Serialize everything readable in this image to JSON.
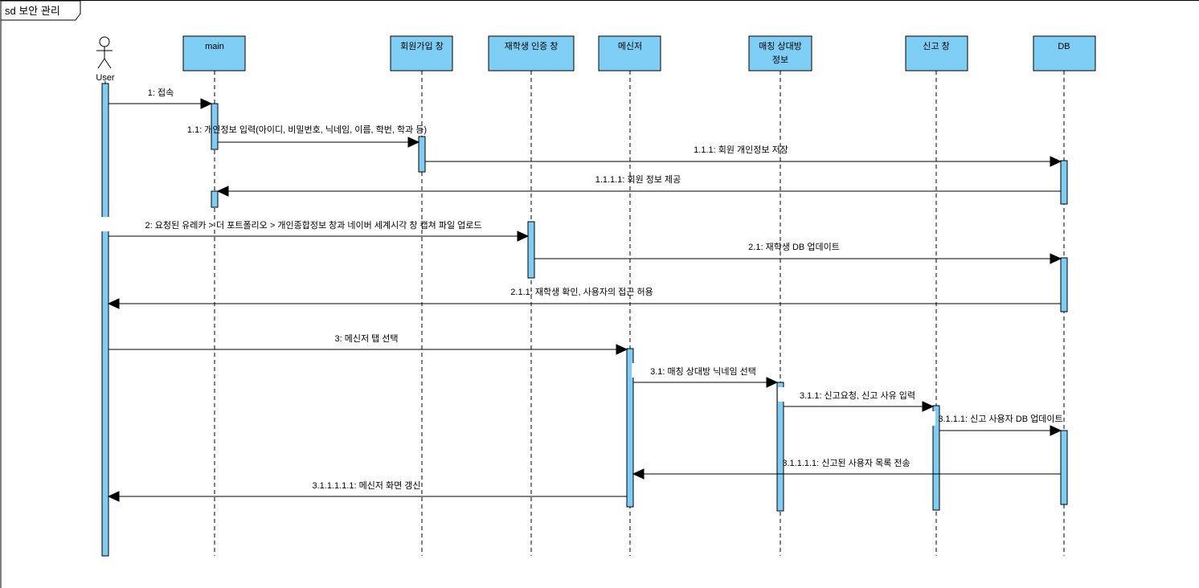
{
  "frame": {
    "label": "sd 보안 관리"
  },
  "actor": {
    "name": "User"
  },
  "lifelines": [
    {
      "id": "main",
      "lines": [
        "main"
      ]
    },
    {
      "id": "signup",
      "lines": [
        "회원가입 창"
      ]
    },
    {
      "id": "verify",
      "lines": [
        "재학생 인증 창"
      ]
    },
    {
      "id": "messenger",
      "lines": [
        "메신저"
      ]
    },
    {
      "id": "match",
      "lines": [
        "매칭 상대방",
        "정보"
      ]
    },
    {
      "id": "report",
      "lines": [
        "신고 창"
      ]
    },
    {
      "id": "db",
      "lines": [
        "DB"
      ]
    }
  ],
  "messages": [
    {
      "from": "user",
      "to": "main",
      "kind": "call",
      "label": "1: 접속"
    },
    {
      "from": "main",
      "to": "signup",
      "kind": "call",
      "label": "1.1: 개인정보 입력(아이디, 비밀번호, 닉네임, 이름, 학번, 학과 등)"
    },
    {
      "from": "signup",
      "to": "db",
      "kind": "call",
      "label": "1.1.1: 회원 개인정보 저장"
    },
    {
      "from": "db",
      "to": "main",
      "kind": "call",
      "label": "1.1.1.1: 회원 정보 제공"
    },
    {
      "from": "user",
      "to": "verify",
      "kind": "call",
      "label": "2: 요청된 유레카 > 더 포트폴리오 > 개인종합정보 창과 네이버 세계시각 창 캡쳐 파일 업로드"
    },
    {
      "from": "verify",
      "to": "db",
      "kind": "call",
      "label": "2.1: 재학생 DB 업데이트"
    },
    {
      "from": "db",
      "to": "user",
      "kind": "call",
      "label": "2.1.1: 재학생 확인, 사용자의 접근 허용"
    },
    {
      "from": "user",
      "to": "messenger",
      "kind": "call",
      "label": "3: 메신저 탭 선택"
    },
    {
      "from": "messenger",
      "to": "match",
      "kind": "call",
      "label": "3.1: 매칭 상대방 닉네임 선택"
    },
    {
      "from": "match",
      "to": "report",
      "kind": "call",
      "label": "3.1.1: 신고요청, 신고 사유 입력"
    },
    {
      "from": "report",
      "to": "db",
      "kind": "call",
      "label": "3.1.1.1: 신고 사용자 DB 업데이트"
    },
    {
      "from": "db",
      "to": "messenger",
      "kind": "call",
      "label": "3.1.1.1.1: 신고된 사용자 목록 전송"
    },
    {
      "from": "messenger",
      "to": "user",
      "kind": "call",
      "label": "3.1.1.1.1.1: 메신저 화면 갱신"
    }
  ],
  "colors": {
    "box_fill": "#7ecdf4",
    "line": "#000000",
    "background": "#ffffff"
  }
}
